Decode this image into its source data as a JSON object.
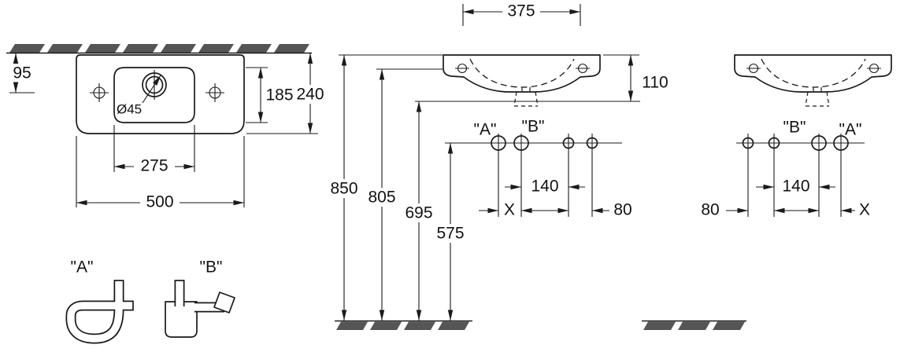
{
  "drawing": {
    "plan_view": {
      "wall_offset": "95",
      "basin_depth": "185",
      "total_depth": "240",
      "basin_width": "275",
      "total_width": "500",
      "tap_hole": "Ø45"
    },
    "front_view": {
      "top_width": "375",
      "front_height": "110",
      "height_rim": "850",
      "height_ledge": "805",
      "height_underside": "695",
      "height_outlet": "575",
      "outlet_spacing": "140",
      "dim_x": "X",
      "dim_80": "80",
      "label_a": "\"A\"",
      "label_b": "\"B\""
    },
    "side_view": {
      "outlet_spacing": "140",
      "dim_80": "80",
      "dim_x": "X",
      "label_a": "\"A\"",
      "label_b": "\"B\""
    },
    "traps": {
      "label_a": "\"A\"",
      "label_b": "\"B\""
    }
  }
}
